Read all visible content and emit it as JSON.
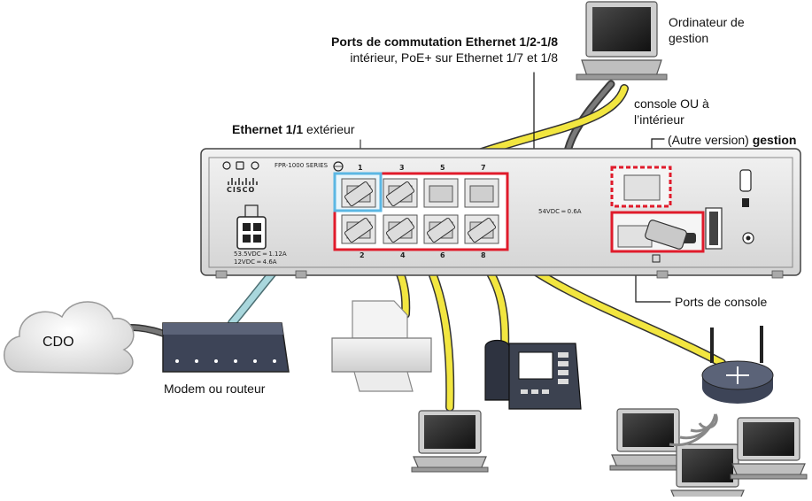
{
  "labels": {
    "mgmt_computer": [
      "Ordinateur de",
      "gestion"
    ],
    "switch_ports_title": "Ports de commutation Ethernet 1/2-1/8",
    "switch_ports_sub": "intérieur, PoE+ sur Ethernet 1/7 et 1/8",
    "eth11_bold": "Ethernet 1/1",
    "eth11_rest": " extérieur",
    "console_or_inside": [
      "console OU à",
      "l’intérieur"
    ],
    "alt_version_prefix": "(Autre version) ",
    "alt_version_bold": "gestion",
    "console_ports": "Ports de console",
    "cdo": "CDO",
    "modem": "Modem ou routeur"
  },
  "device": {
    "vendor_logo": "CISCO",
    "series": "FPR-1000 SERIES",
    "power_rating": [
      "53.5VDC ═ 1.12A",
      "12VDC ═ 4.6A"
    ],
    "poe_rating": "54VDC ═ 0.6A",
    "port_numbers_top": [
      "1",
      "3",
      "5",
      "7"
    ],
    "port_numbers_bottom": [
      "2",
      "4",
      "6",
      "8"
    ]
  },
  "icons": [
    "desktop-computer-icon",
    "printer-icon",
    "ip-phone-icon",
    "laptop-icon",
    "wireless-router-icon",
    "wifi-signal-icon",
    "cloud-icon",
    "modem-icon"
  ],
  "colors": {
    "cable_yellow": "#f2e640",
    "cable_blue": "#a9d7dd",
    "cable_gray": "#6b6b6b",
    "highlight_red": "#e01b2b",
    "highlight_blue": "#5bb7e3"
  }
}
